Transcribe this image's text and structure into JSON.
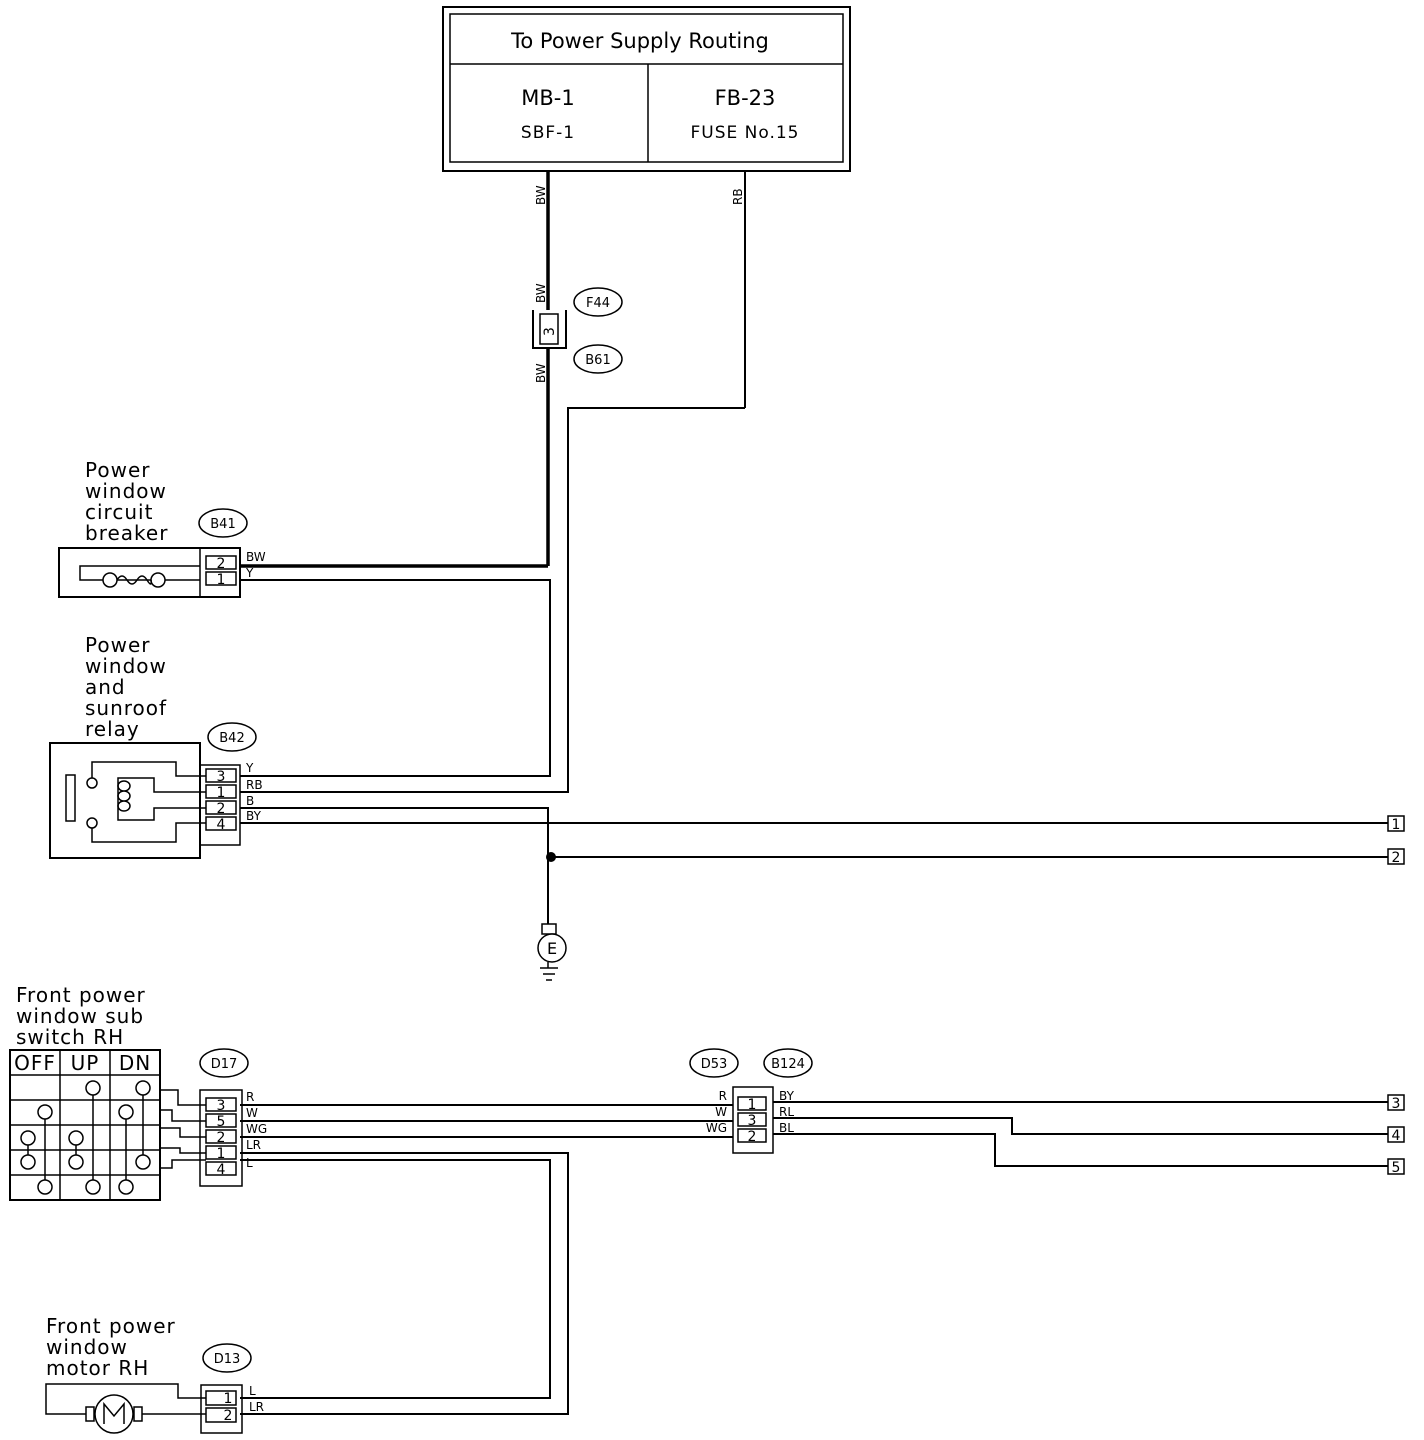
{
  "power_box": {
    "title": "To Power Supply Routing",
    "left_top": "MB-1",
    "left_bottom": "SBF-1",
    "right_top": "FB-23",
    "right_bottom": "FUSE No.15"
  },
  "components": {
    "circuit_breaker": [
      "Power",
      "window",
      "circuit",
      "breaker"
    ],
    "relay": [
      "Power",
      "window",
      "and",
      "sunroof",
      "relay"
    ],
    "sub_switch": [
      "Front power",
      "window sub",
      "switch RH"
    ],
    "motor": [
      "Front power",
      "window",
      "motor RH"
    ]
  },
  "connectors": {
    "f44": "F44",
    "b61": "B61",
    "b41": "B41",
    "b42": "B42",
    "d17": "D17",
    "d53": "D53",
    "b124": "B124",
    "d13": "D13",
    "ground": "E"
  },
  "switch_table": {
    "off": "OFF",
    "up": "UP",
    "dn": "DN"
  },
  "wire_colors": {
    "bw": "BW",
    "rb": "RB",
    "y": "Y",
    "b": "B",
    "by": "BY",
    "r": "R",
    "w": "W",
    "wg": "WG",
    "lr": "LR",
    "l": "L",
    "rl": "RL",
    "bl": "BL"
  },
  "pins": {
    "p1": "1",
    "p2": "2",
    "p3": "3",
    "p4": "4",
    "p5": "5"
  },
  "refs": {
    "r1": "1",
    "r2": "2",
    "r3": "3",
    "r4": "4",
    "r5": "5"
  }
}
